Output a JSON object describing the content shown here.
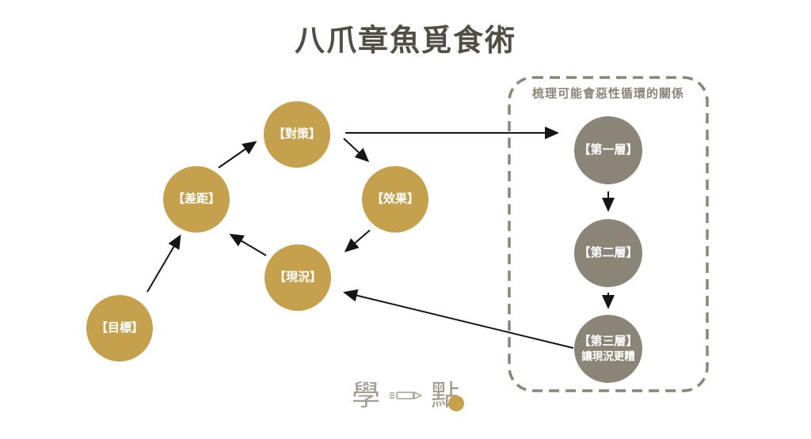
{
  "title": "八爪章魚覓食術",
  "panel": {
    "label": "梳理可能會惡性循環的關係"
  },
  "nodes": {
    "goal": "【目標】",
    "gap": "【差距】",
    "strategy": "【對策】",
    "effect": "【效果】",
    "current": "【現況】",
    "layer1": "【第一層】",
    "layer2": "【第二層】",
    "layer3_title": "【第三層】",
    "layer3_sub": "讓現況更糟"
  },
  "edges": [
    {
      "from": "目標",
      "to": "差距"
    },
    {
      "from": "現況",
      "to": "差距"
    },
    {
      "from": "差距",
      "to": "對策"
    },
    {
      "from": "對策",
      "to": "效果"
    },
    {
      "from": "效果",
      "to": "現況"
    },
    {
      "from": "對策",
      "to": "第一層"
    },
    {
      "from": "第一層",
      "to": "第二層"
    },
    {
      "from": "第二層",
      "to": "第三層"
    },
    {
      "from": "第三層",
      "to": "現況"
    }
  ],
  "logo": {
    "char_left": "學",
    "char_right": "點"
  },
  "colors": {
    "gold": "#C5A04D",
    "gray": "#8B8578",
    "panel_border": "#8B8578",
    "title_text": "#524E46",
    "arrow": "#151515",
    "logo_gray": "#A49D8F"
  }
}
